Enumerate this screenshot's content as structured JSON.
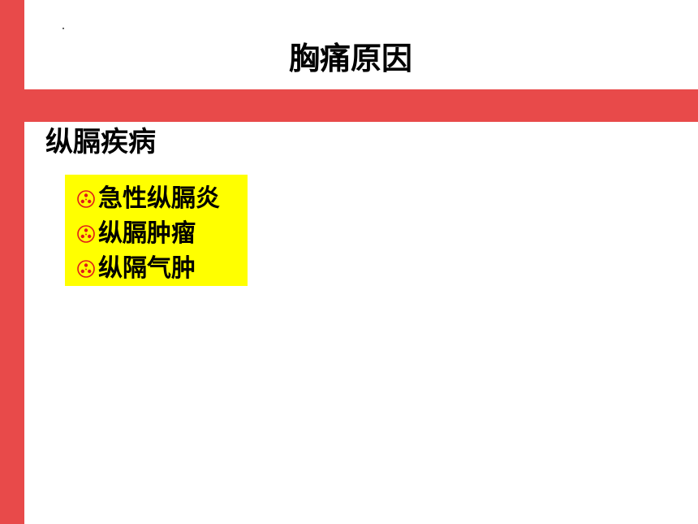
{
  "slide": {
    "title": "胸痛原因",
    "section_heading": "纵膈疾病",
    "items": [
      {
        "label": "急性纵膈炎",
        "icon": "trefoil-bullet-icon"
      },
      {
        "label": "纵膈肿瘤",
        "icon": "trefoil-bullet-icon"
      },
      {
        "label": "纵隔气肿",
        "icon": "trefoil-bullet-icon"
      }
    ]
  },
  "colors": {
    "accent_red": "#e84a4a",
    "highlight_yellow": "#ffff00",
    "bullet_red": "#e01a1a",
    "text": "#000000"
  }
}
